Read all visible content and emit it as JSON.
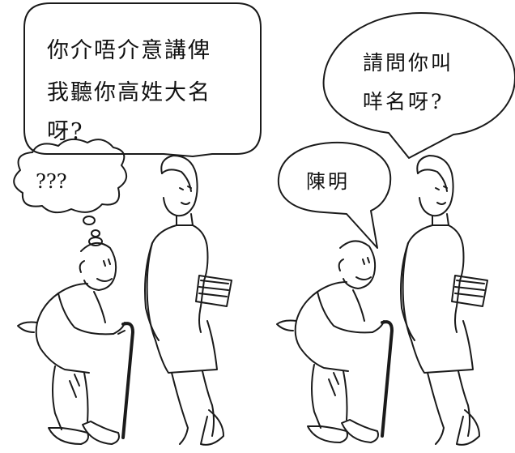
{
  "scene_left": {
    "speech_bubble": {
      "lines": [
        "你介唔介意講俾",
        "我聽你高姓大名",
        "呀?"
      ]
    },
    "thought_bubble": {
      "text": "???"
    }
  },
  "scene_right": {
    "speech_bubble": {
      "lines": [
        "請問你叫",
        "咩名呀?"
      ]
    },
    "reply_bubble": {
      "text": "陳明"
    }
  },
  "colors": {
    "ink": "#1a1a1a",
    "paper": "#ffffff"
  }
}
